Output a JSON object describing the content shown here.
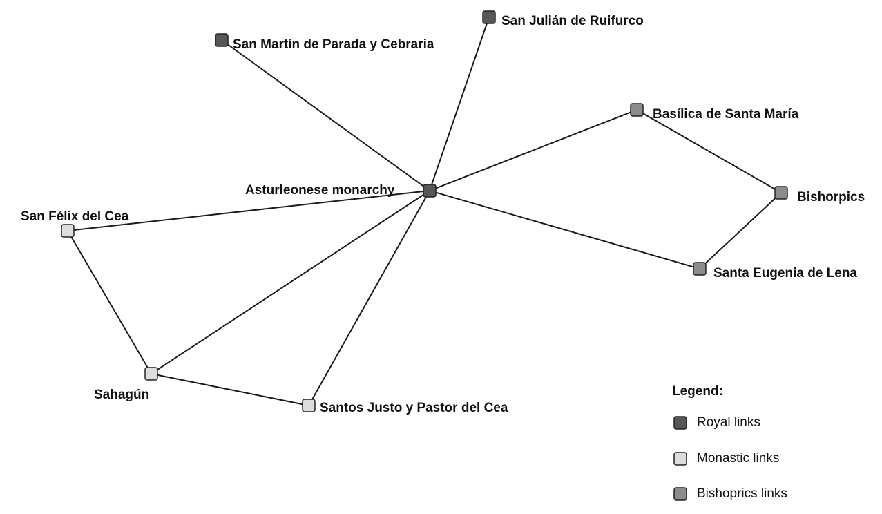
{
  "colors": {
    "royal": "#575757",
    "monastic": "#dddddd",
    "bishoprics": "#8c8c8c",
    "edge": "#1a1a1a"
  },
  "nodes": [
    {
      "id": "asturleonese",
      "label": "Asturleonese monarchy",
      "type": "royal"
    },
    {
      "id": "san-martin",
      "label": "San Martín de Parada y Cebraria",
      "type": "royal"
    },
    {
      "id": "san-julian",
      "label": "San Julián de Ruifurco",
      "type": "royal"
    },
    {
      "id": "basilica",
      "label": "Basílica de Santa María",
      "type": "bishoprics"
    },
    {
      "id": "bishorpics",
      "label": "Bishorpics",
      "type": "bishoprics"
    },
    {
      "id": "santa-eugenia",
      "label": "Santa Eugenia de Lena",
      "type": "bishoprics"
    },
    {
      "id": "san-felix",
      "label": "San Félix del Cea",
      "type": "monastic"
    },
    {
      "id": "sahagun",
      "label": "Sahagún",
      "type": "monastic"
    },
    {
      "id": "santos-justo",
      "label": "Santos Justo y Pastor del Cea",
      "type": "monastic"
    }
  ],
  "edges": [
    [
      "asturleonese",
      "san-martin"
    ],
    [
      "asturleonese",
      "san-julian"
    ],
    [
      "asturleonese",
      "basilica"
    ],
    [
      "asturleonese",
      "santa-eugenia"
    ],
    [
      "asturleonese",
      "san-felix"
    ],
    [
      "asturleonese",
      "sahagun"
    ],
    [
      "asturleonese",
      "santos-justo"
    ],
    [
      "basilica",
      "bishorpics"
    ],
    [
      "bishorpics",
      "santa-eugenia"
    ],
    [
      "san-felix",
      "sahagun"
    ],
    [
      "sahagun",
      "santos-justo"
    ]
  ],
  "legend": {
    "title": "Legend:",
    "items": [
      {
        "type": "royal",
        "label": "Royal links"
      },
      {
        "type": "monastic",
        "label": "Monastic links"
      },
      {
        "type": "bishoprics",
        "label": "Bishoprics links"
      }
    ]
  }
}
